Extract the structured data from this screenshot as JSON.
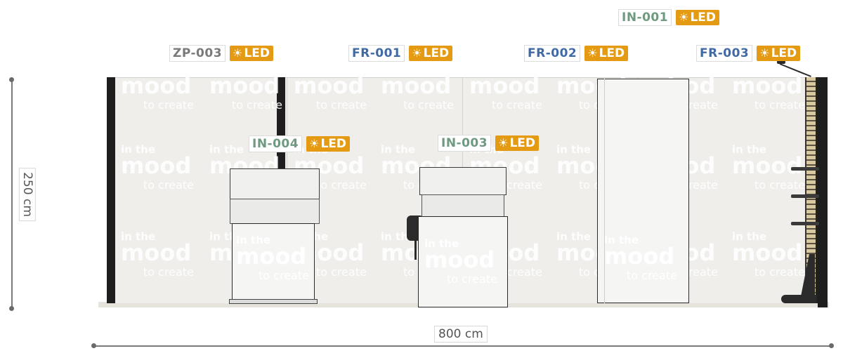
{
  "dimensions": {
    "width_label": "800 cm",
    "height_label": "250 cm"
  },
  "colors": {
    "zp_code": "#7a7a7a",
    "fr_code": "#3f6aa6",
    "in_code": "#6e9a80",
    "led_badge": "#e49a12"
  },
  "led_label": "LED",
  "led_icon": "sun-icon",
  "watermark": {
    "line1": "in the",
    "line2": "mood",
    "line3": "to create"
  },
  "labels": [
    {
      "id": "zp-003",
      "code": "ZP-003",
      "type": "zp"
    },
    {
      "id": "fr-001",
      "code": "FR-001",
      "type": "fr"
    },
    {
      "id": "fr-002",
      "code": "FR-002",
      "type": "fr"
    },
    {
      "id": "fr-003",
      "code": "FR-003",
      "type": "fr"
    },
    {
      "id": "in-001",
      "code": "IN-001",
      "type": "in"
    },
    {
      "id": "in-003",
      "code": "IN-003",
      "type": "in"
    },
    {
      "id": "in-004",
      "code": "IN-004",
      "type": "in"
    }
  ]
}
